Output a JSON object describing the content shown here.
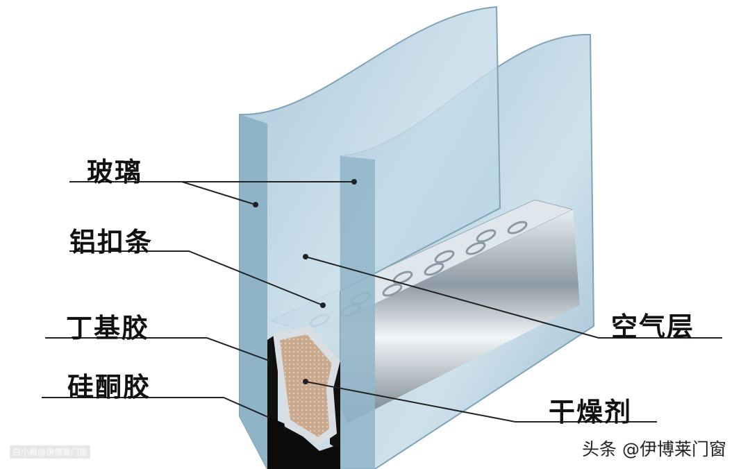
{
  "labels": {
    "glass": "玻璃",
    "aluminum_spacer": "铝扣条",
    "butyl": "丁基胶",
    "silicone": "硅酮胶",
    "air_layer": "空气层",
    "desiccant": "干燥剂"
  },
  "watermarks": {
    "left": "白小帮@伊博莱门窗",
    "right": "头条 @伊博莱门窗"
  },
  "colors": {
    "glass": "#b9d3e2",
    "glass_edge": "#8fb4c8",
    "desiccant": "#c9a98e",
    "butyl": "#111111"
  }
}
